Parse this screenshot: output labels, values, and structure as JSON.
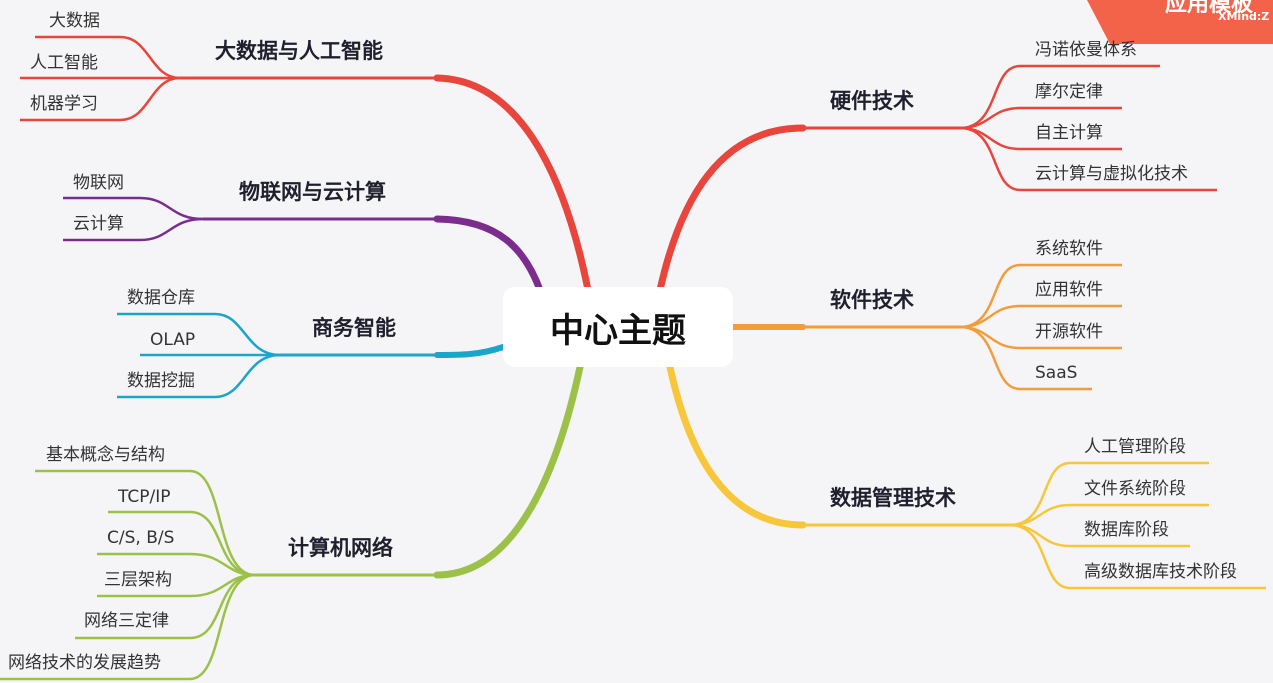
{
  "colors": {
    "red": "#e8453c",
    "purple": "#7b2d8e",
    "cyan": "#1aa5c9",
    "green": "#9bc148",
    "orange": "#f39c3b",
    "yellow": "#f8c63a",
    "badge": "#f2634a"
  },
  "badge": {
    "brand": "XMind:Z",
    "title": "应用模板"
  },
  "center": {
    "label": "中心主题"
  },
  "branches": {
    "bigdata": {
      "label": "大数据与人工智能",
      "children": [
        "大数据",
        "人工智能",
        "机器学习"
      ]
    },
    "iot": {
      "label": "物联网与云计算",
      "children": [
        "物联网",
        "云计算"
      ]
    },
    "bi": {
      "label": "商务智能",
      "children": [
        "数据仓库",
        "OLAP",
        "数据挖掘"
      ]
    },
    "network": {
      "label": "计算机网络",
      "children": [
        "基本概念与结构",
        "TCP/IP",
        "C/S, B/S",
        "三层架构",
        "网络三定律",
        "网络技术的发展趋势"
      ]
    },
    "hardware": {
      "label": "硬件技术",
      "children": [
        "冯诺依曼体系",
        "摩尔定律",
        "自主计算",
        "云计算与虚拟化技术"
      ]
    },
    "software": {
      "label": "软件技术",
      "children": [
        "系统软件",
        "应用软件",
        "开源软件",
        "SaaS"
      ]
    },
    "datamgmt": {
      "label": "数据管理技术",
      "children": [
        "人工管理阶段",
        "文件系统阶段",
        "数据库阶段",
        "高级数据库技术阶段"
      ]
    }
  }
}
